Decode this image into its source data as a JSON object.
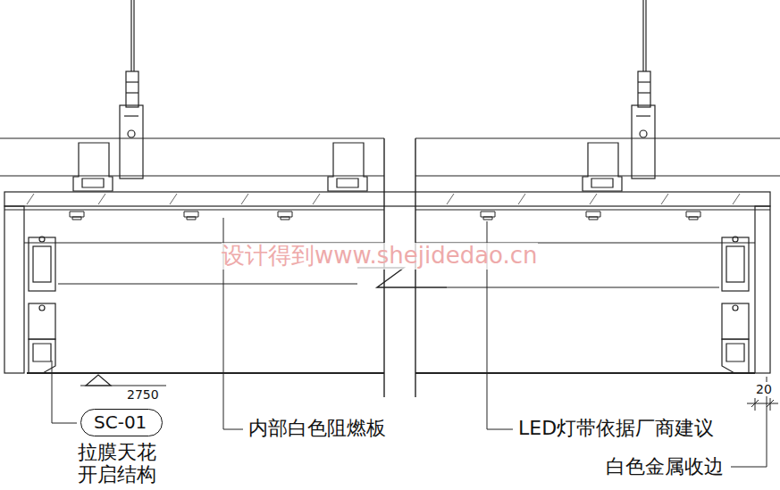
{
  "diagram": {
    "nodes": [
      {
        "text": [
          "SC-01",
          "拉膜天花 开启结构"
        ]
      }
    ],
    "labels": [
      "设计得到www.shejidedao.cn",
      "2750",
      "内部白色阻燃板",
      "LED灯带依据厂商建议",
      "白色金属收边",
      "20"
    ]
  }
}
